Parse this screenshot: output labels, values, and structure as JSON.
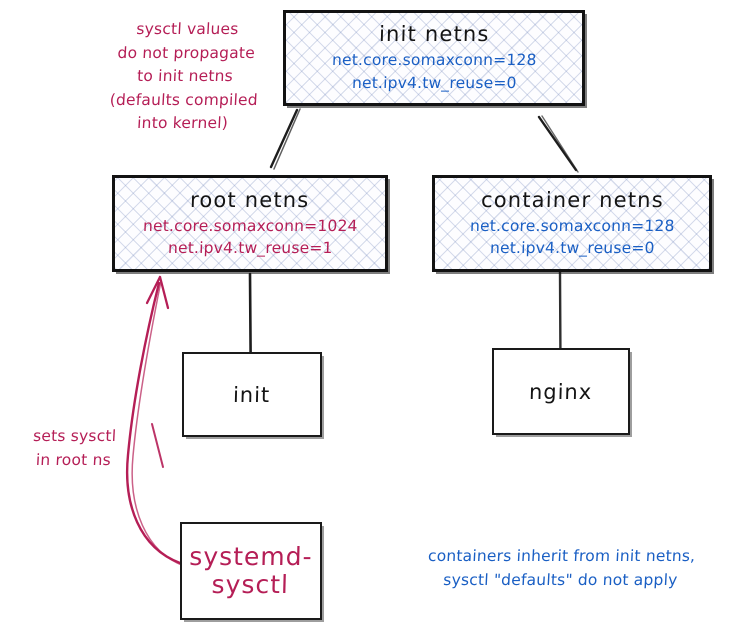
{
  "diagram": {
    "title": "sysctl namespace propagation diagram",
    "colors": {
      "blue": "#1a5fc4",
      "crimson": "#b51e56",
      "ink": "#141414",
      "hatch": "#7a8cbe"
    },
    "boxes": {
      "init_netns": {
        "title": "init netns",
        "line1": "net.core.somaxconn=128",
        "line2": "net.ipv4.tw_reuse=0"
      },
      "root_netns": {
        "title": "root netns",
        "line1": "net.core.somaxconn=1024",
        "line2": "net.ipv4.tw_reuse=1"
      },
      "container_netns": {
        "title": "container netns",
        "line1": "net.core.somaxconn=128",
        "line2": "net.ipv4.tw_reuse=0"
      },
      "init_proc": {
        "label": "init"
      },
      "nginx_proc": {
        "label": "nginx"
      },
      "systemd_sysctl_proc": {
        "label": "systemd-\nsysctl"
      }
    },
    "notes": {
      "top_left": "sysctl values\ndo not propagate\nto init netns\n(defaults compiled\ninto kernel)",
      "left_arrow": "sets sysctl\nin root ns",
      "bottom_right": "containers inherit from init netns,\nsysctl \"defaults\" do not apply"
    }
  }
}
